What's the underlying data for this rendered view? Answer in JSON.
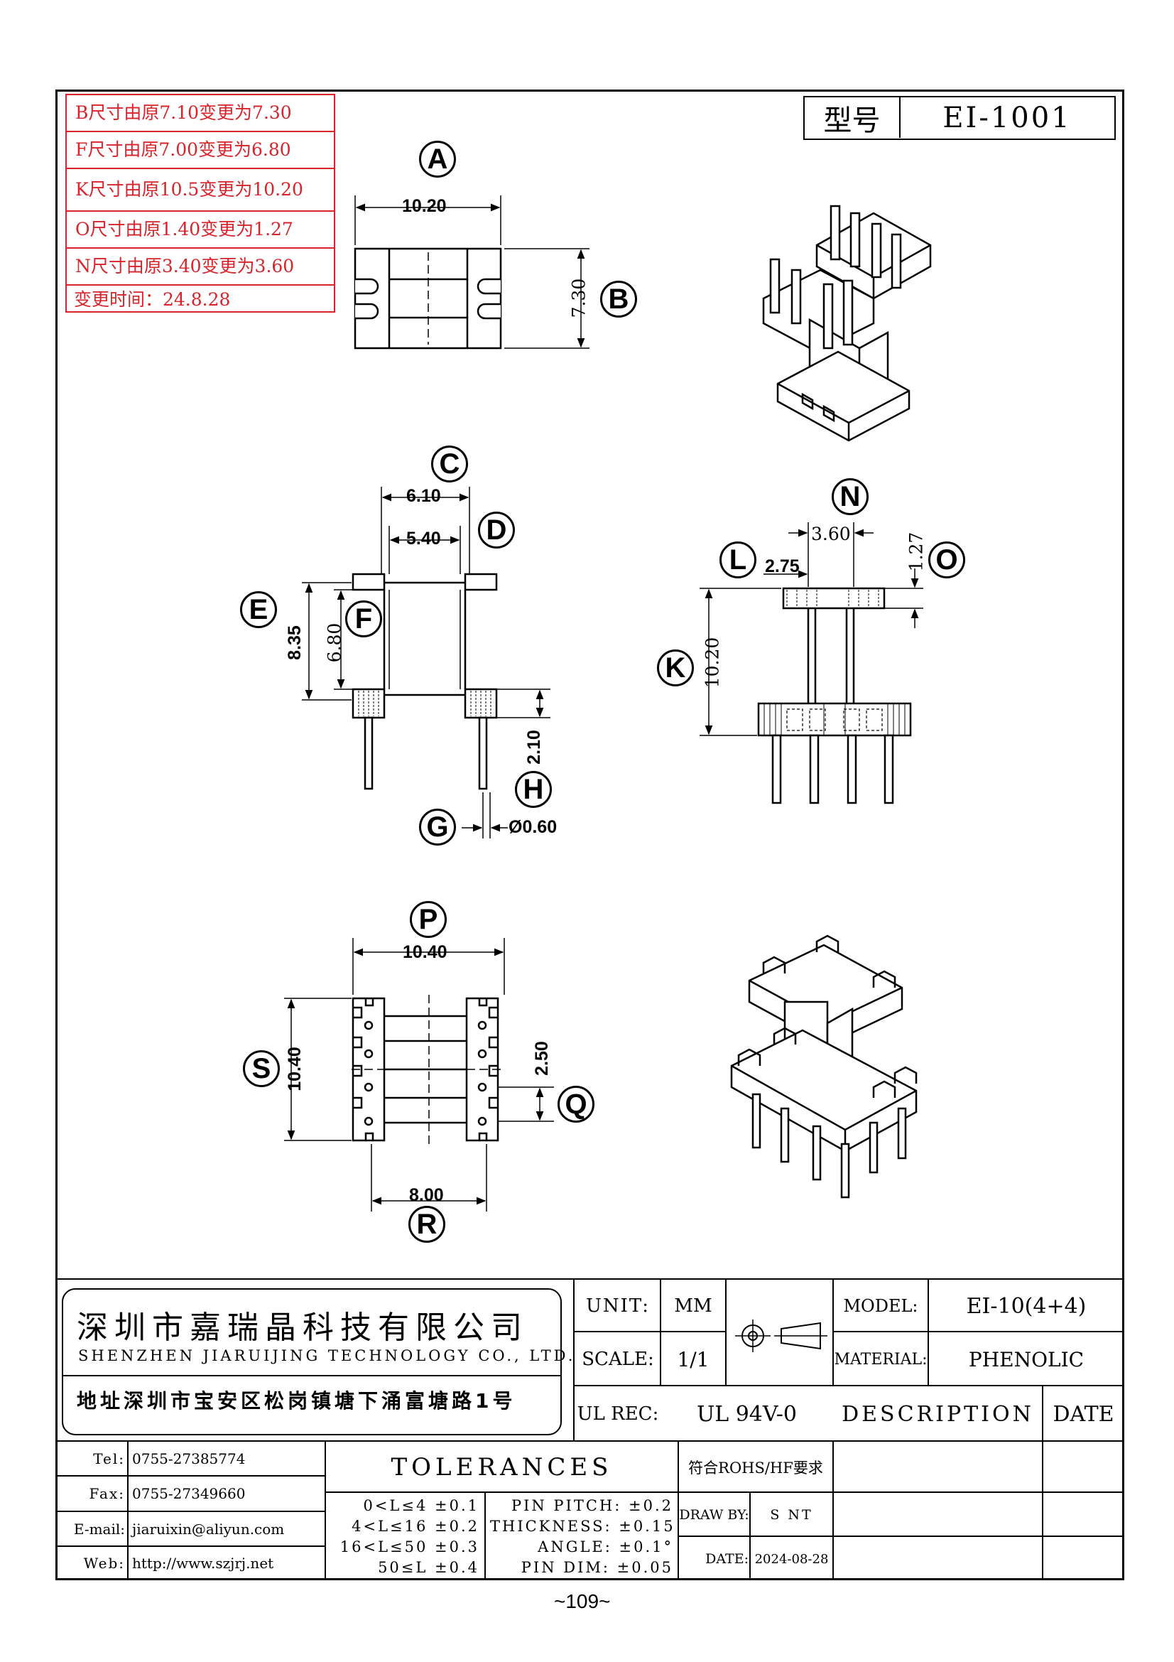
{
  "change_notes": [
    "B尺寸由原7.10变更为7.30",
    "F尺寸由原7.00变更为6.80",
    "K尺寸由原10.5变更为10.20",
    "O尺寸由原1.40变更为1.27",
    "N尺寸由原3.40变更为3.60",
    "变更时间：24.8.28"
  ],
  "model_box": {
    "label": "型号",
    "value": "EI-1001"
  },
  "views": {
    "top": {
      "circle_a": "A",
      "dim_a": "10.20",
      "circle_b": "B",
      "dim_b": "7.30"
    },
    "front": {
      "circle_c": "C",
      "dim_c": "6.10",
      "circle_d": "D",
      "dim_d": "5.40",
      "circle_e": "E",
      "dim_e": "8.35",
      "circle_f": "F",
      "dim_f": "6.80",
      "circle_h": "H",
      "dim_h": "2.10",
      "circle_g": "G",
      "dim_g": "Ø0.60"
    },
    "side": {
      "circle_n": "N",
      "dim_n": "3.60",
      "circle_o": "O",
      "dim_o": "1.27",
      "circle_l": "L",
      "dim_l": "2.75",
      "circle_k": "K",
      "dim_k": "10.20"
    },
    "bottom": {
      "circle_p": "P",
      "dim_p": "10.40",
      "circle_s": "S",
      "dim_s": "10.40",
      "circle_q": "Q",
      "dim_q": "2.50",
      "dim_r": "8.00",
      "circle_r": "R"
    }
  },
  "company": {
    "name_cn": "深圳市嘉瑞晶科技有限公司",
    "name_en": "SHENZHEN JIARUIJING TECHNOLOGY CO., LTD.",
    "address": "地址深圳市宝安区松岗镇塘下涌富塘路1号"
  },
  "title_block": {
    "unit_label": "UNIT:",
    "unit_value": "MM",
    "scale_label": "SCALE:",
    "scale_value": "1/1",
    "model_label": "MODEL:",
    "model_value": "EI-10(4+4)",
    "material_label": "MATERIAL:",
    "material_value": "PHENOLIC",
    "ul_label": "UL REC:",
    "ul_value": "UL 94V-0",
    "description_label": "DESCRIPTION",
    "date_label": "DATE"
  },
  "contacts": [
    {
      "label": "Tel:",
      "value": "0755-27385774"
    },
    {
      "label": "Fax:",
      "value": "0755-27349660"
    },
    {
      "label": "E-mail:",
      "value": "jiaruixin@aliyun.com"
    },
    {
      "label": "Web:",
      "value": "http://www.szjrj.net"
    }
  ],
  "tolerances": {
    "title": "TOLERANCES",
    "ranges": [
      "0<L≤4 ±0.1",
      "4<L≤16 ±0.2",
      "16<L≤50 ±0.3",
      "50≤L ±0.4"
    ],
    "specs": [
      "PIN PITCH: ±0.2",
      "THICKNESS: ±0.15",
      "ANGLE: ±0.1°",
      "PIN DIM: ±0.05"
    ]
  },
  "rohs": "符合ROHS/HF要求",
  "draw_by_label": "DRAW BY:",
  "draw_by_value": "S NT",
  "date_label": "DATE:",
  "date_value": "2024-08-28",
  "page_number": "~109~"
}
